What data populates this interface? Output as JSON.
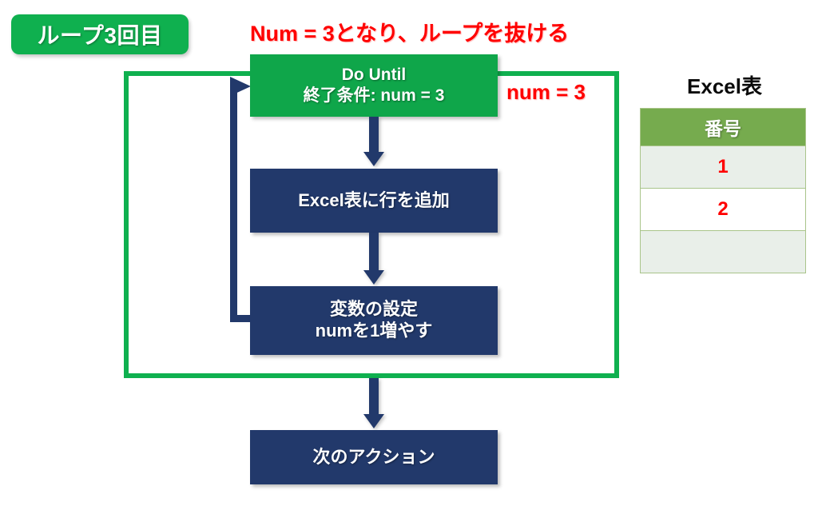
{
  "badge": {
    "label": "ループ3回目"
  },
  "annotations": {
    "exit_note": "Num = 3となり、ループを抜ける",
    "num_value": "num = 3",
    "red_color": "#FF0000"
  },
  "flow": {
    "nodes": [
      {
        "id": "do-until",
        "lines": [
          "Do Until",
          "終了条件: num = 3"
        ],
        "color": "#0FA64A",
        "type": "loop-condition"
      },
      {
        "id": "add-row",
        "lines": [
          "Excel表に行を追加"
        ],
        "color": "#22396B",
        "type": "action"
      },
      {
        "id": "set-variable",
        "lines": [
          "変数の設定",
          "numを1増やす"
        ],
        "color": "#22396B",
        "type": "action"
      },
      {
        "id": "next-action",
        "lines": [
          "次のアクション"
        ],
        "color": "#22396B",
        "type": "action"
      }
    ],
    "loop_frame_color": "#0FB04F",
    "connector_color": "#22396B"
  },
  "excel": {
    "title": "Excel表",
    "header": "番号",
    "header_color": "#76AB4E",
    "rows": [
      {
        "value": "1",
        "banded": true
      },
      {
        "value": "2",
        "banded": false
      },
      {
        "value": "",
        "banded": true
      }
    ]
  }
}
